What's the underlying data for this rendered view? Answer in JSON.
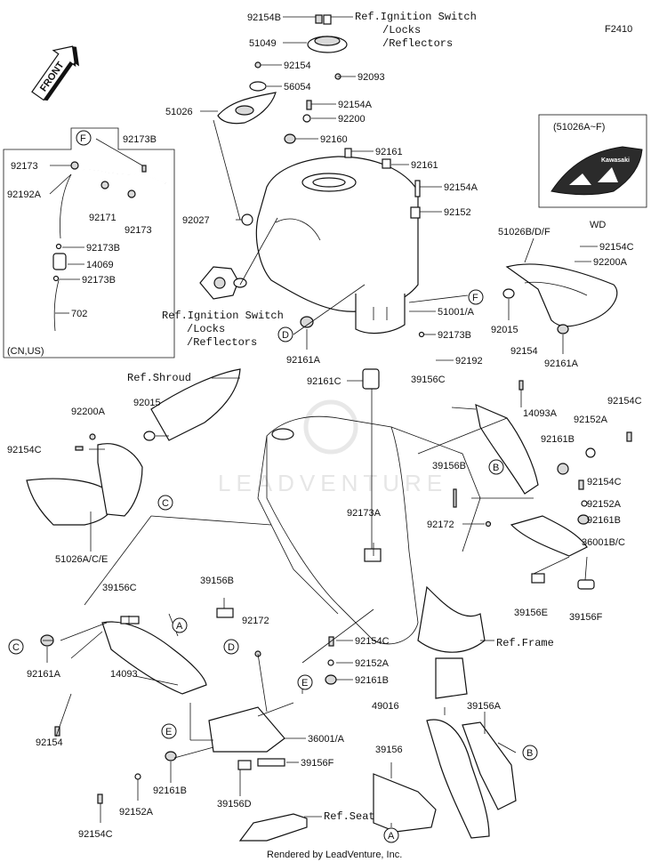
{
  "header": {
    "code": "F2410"
  },
  "front_arrow": {
    "label": "FRONT"
  },
  "inset_wd": {
    "range": "(51026A~F)",
    "badge": "WD",
    "brand": "Kawasaki"
  },
  "inset_cnus": {
    "region": "(CN,US)"
  },
  "watermark": "LEADVENTURE",
  "footer": "Rendered by LeadVenture, Inc.",
  "callouts": {
    "A": "A",
    "B": "B",
    "C": "C",
    "D": "D",
    "E": "E",
    "F": "F"
  },
  "refs": {
    "ign_top_1": "Ref.Ignition Switch",
    "ign_top_2": "/Locks",
    "ign_top_3": "/Reflectors",
    "ign_mid_1": "Ref.Ignition Switch",
    "ign_mid_2": "/Locks",
    "ign_mid_3": "/Reflectors",
    "shroud": "Ref.Shroud",
    "frame": "Ref.Frame",
    "seat": "Ref.Seat"
  },
  "parts": {
    "p92154B": "92154B",
    "p51049": "51049",
    "p92093": "92093",
    "p92154_1": "92154",
    "p56054": "56054",
    "p51026": "51026",
    "p92154A_1": "92154A",
    "p92200": "92200",
    "p92160": "92160",
    "p92161_1": "92161",
    "p92161_2": "92161",
    "p92154A_2": "92154A",
    "p92152": "92152",
    "p92027": "92027",
    "p92173B_1": "92173B",
    "p92173": "92173",
    "p92192A": "92192A",
    "p92171": "92171",
    "p92173_2": "92173",
    "p92173B_2": "92173B",
    "p14069": "14069",
    "p92173B_3": "92173B",
    "p702": "702",
    "p51026BDF": "51026B/D/F",
    "p92154C_1": "92154C",
    "p92200A_1": "92200A",
    "p92015_1": "92015",
    "p92161A_1": "92161A",
    "p51001A": "51001/A",
    "p92173B_4": "92173B",
    "p92161A_2": "92161A",
    "p92192": "92192",
    "p92161C": "92161C",
    "p39156C_1": "39156C",
    "p92154_2": "92154",
    "p14093A": "14093A",
    "p92154C_2": "92154C",
    "p92152A_1": "92152A",
    "p92161B_1": "92161B",
    "p92200A_2": "92200A",
    "p92015_2": "92015",
    "p92154C_3": "92154C",
    "p39156B_1": "39156B",
    "p92154C_4": "92154C",
    "p92152A_2": "92152A",
    "p92161B_2": "92161B",
    "p92172_1": "92172",
    "p36001BC": "36001B/C",
    "p51026ACE": "51026A/C/E",
    "p92173A": "92173A",
    "p39156C_2": "39156C",
    "p39156B_2": "39156B",
    "p92172_2": "92172",
    "p39156E": "39156E",
    "p39156F_1": "39156F",
    "p92161A_3": "92161A",
    "p14093": "14093",
    "p92154_3": "92154",
    "p92154C_5": "92154C",
    "p92152A_3": "92152A",
    "p92161B_3": "92161B",
    "p36001A": "36001/A",
    "p39156F_2": "39156F",
    "p92161B_4": "92161B",
    "p39156D": "39156D",
    "p92152A_4": "92152A",
    "p92154C_6": "92154C",
    "p49016": "49016",
    "p39156A": "39156A",
    "p39156": "39156"
  }
}
